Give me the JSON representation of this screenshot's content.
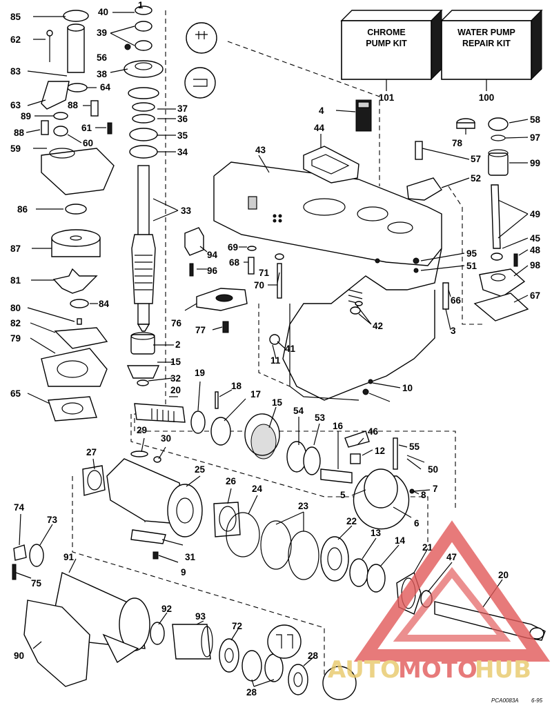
{
  "kits": {
    "chrome": "CHROME\nPUMP KIT",
    "water": "WATER PUMP\nREPAIR KIT",
    "chrome_num": "101",
    "water_num": "100"
  },
  "watermark": {
    "auto": "AUTO",
    "moto": "MOTO",
    "hub": "HUB"
  },
  "code": "PCA0083A",
  "date": "6-95",
  "labels": [
    "85",
    "40",
    "1",
    "62",
    "39",
    "56",
    "83",
    "38",
    "64",
    "63",
    "88",
    "37",
    "36",
    "89",
    "61",
    "35",
    "88",
    "60",
    "59",
    "34",
    "86",
    "33",
    "87",
    "81",
    "84",
    "80",
    "82",
    "79",
    "65",
    "94",
    "96",
    "69",
    "68",
    "71",
    "70",
    "76",
    "77",
    "2",
    "15",
    "32",
    "20",
    "19",
    "18",
    "17",
    "15",
    "54",
    "53",
    "16",
    "46",
    "55",
    "12",
    "50",
    "5",
    "7",
    "8",
    "6",
    "29",
    "30",
    "27",
    "25",
    "26",
    "24",
    "23",
    "22",
    "13",
    "14",
    "31",
    "9",
    "74",
    "73",
    "75",
    "91",
    "90",
    "92",
    "93",
    "72",
    "28",
    "28",
    "21",
    "47",
    "20",
    "4",
    "44",
    "43",
    "78",
    "58",
    "97",
    "57",
    "99",
    "52",
    "49",
    "45",
    "48",
    "98",
    "95",
    "51",
    "67",
    "66",
    "3",
    "42",
    "41",
    "11",
    "10"
  ]
}
